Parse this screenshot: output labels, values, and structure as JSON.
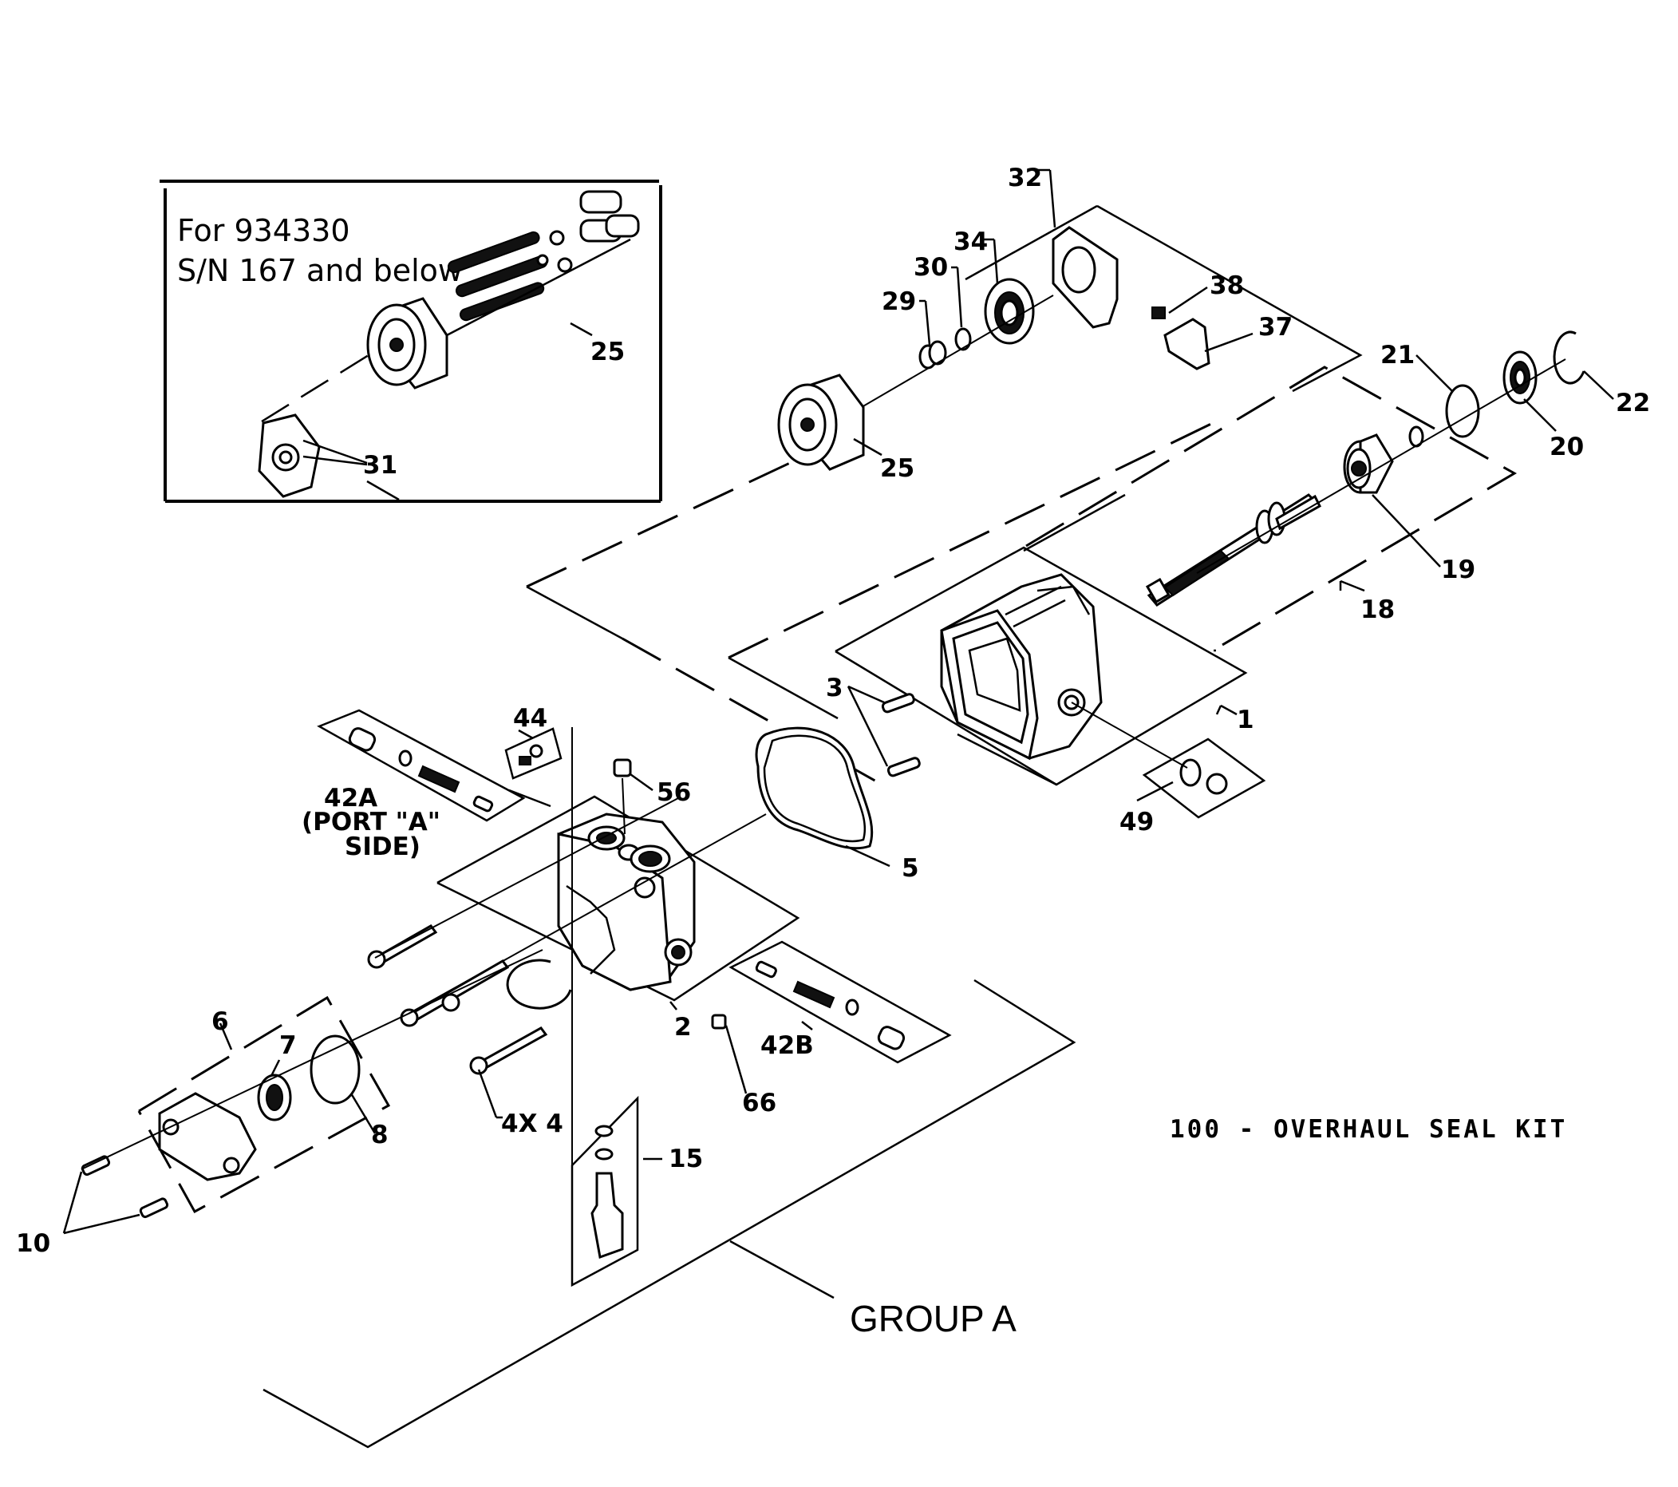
{
  "inset": {
    "line1": "For 934330",
    "line2": "S/N 167 and below"
  },
  "callouts": {
    "c1": "1",
    "c2": "2",
    "c3": "3",
    "c4": "4X  4",
    "c5": "5",
    "c6": "6",
    "c7": "7",
    "c8": "8",
    "c10": "10",
    "c15": "15",
    "c18": "18",
    "c19": "19",
    "c20": "20",
    "c21": "21",
    "c22": "22",
    "c25_inset": "25",
    "c25": "25",
    "c29": "29",
    "c30": "30",
    "c31": "31",
    "c32": "32",
    "c34": "34",
    "c37": "37",
    "c38": "38",
    "c42a_1": "42A",
    "c42a_2": "(PORT \"A\"",
    "c42a_3": "SIDE)",
    "c42b": "42B",
    "c44": "44",
    "c49": "49",
    "c56": "56",
    "c66": "66"
  },
  "notes": {
    "seal_kit": "100 - OVERHAUL SEAL KIT",
    "group": "GROUP A"
  }
}
